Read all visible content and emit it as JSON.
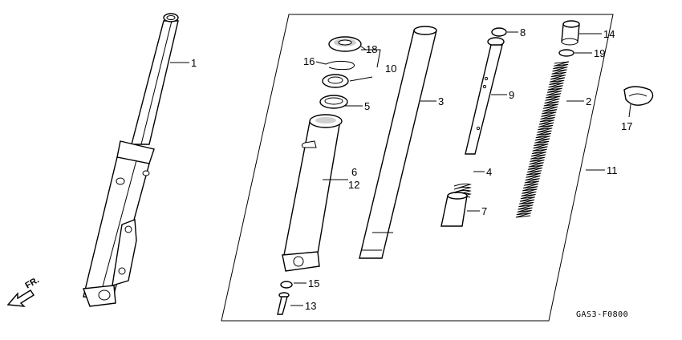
{
  "callouts": [
    {
      "id": "c1",
      "number": "1"
    },
    {
      "id": "c2",
      "number": "2"
    },
    {
      "id": "c3",
      "number": "3"
    },
    {
      "id": "c4",
      "number": "4"
    },
    {
      "id": "c5",
      "number": "5"
    },
    {
      "id": "c6",
      "number": "6"
    },
    {
      "id": "c7",
      "number": "7"
    },
    {
      "id": "c8",
      "number": "8"
    },
    {
      "id": "c9",
      "number": "9"
    },
    {
      "id": "c10",
      "number": "10"
    },
    {
      "id": "c11",
      "number": "11"
    },
    {
      "id": "c12",
      "number": "12"
    },
    {
      "id": "c13",
      "number": "13"
    },
    {
      "id": "c14",
      "number": "14"
    },
    {
      "id": "c15",
      "number": "15"
    },
    {
      "id": "c16",
      "number": "16"
    },
    {
      "id": "c17",
      "number": "17"
    },
    {
      "id": "c18",
      "number": "18"
    }
  ],
  "callout19": "19",
  "direction_label": "FR.",
  "diagram_code": "GAS3-F0800"
}
